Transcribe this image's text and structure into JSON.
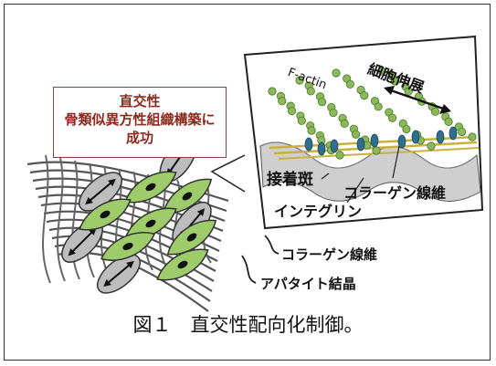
{
  "callout": {
    "line1": "直交性",
    "line2": "骨類似異方性組織構築に",
    "line3": "成功"
  },
  "zoom_labels": {
    "factin": "F-actin",
    "stretch": "細胞伸展",
    "adhesion": "接着斑",
    "integrin": "インテグリン",
    "collagen": "コラーゲン線維"
  },
  "tissue_labels": {
    "collagen": "コラーゲン線維",
    "apatite": "アパタイト結晶"
  },
  "caption": "図１　直交性配向化制御。",
  "colors": {
    "callout_border": "#7a4a40",
    "callout_text": "#8a2a1e",
    "cell_green": "#9fcc6a",
    "actin_green": "#8ab85a",
    "integrin_blue": "#2e6f8e",
    "collagen_yellow": "#c9b13a"
  }
}
